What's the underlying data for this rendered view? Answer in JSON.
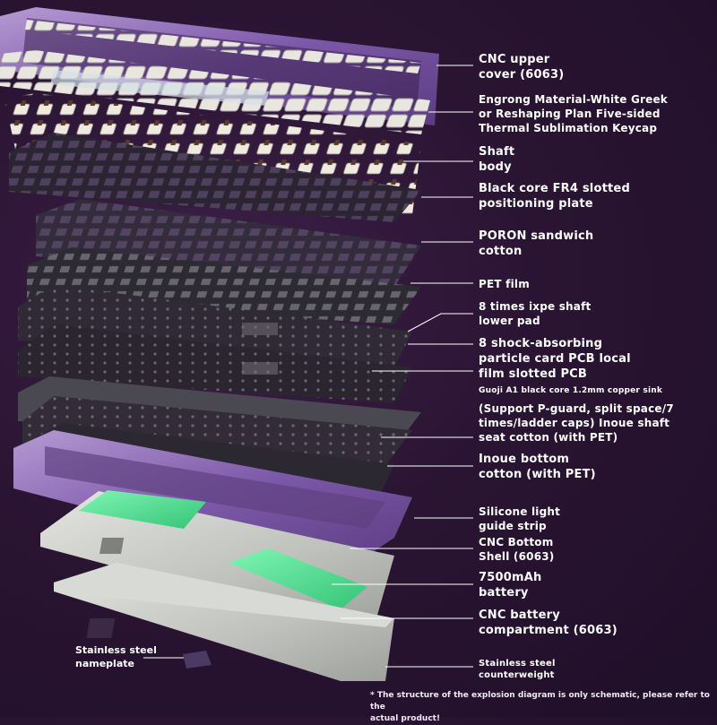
{
  "labels": [
    {
      "id": "cnc-upper-cover",
      "lines": [
        "CNC upper",
        "cover (6063)"
      ]
    },
    {
      "id": "keycap",
      "lines": [
        "Engrong Material-White Greek",
        "or Reshaping Plan Five-sided",
        "Thermal Sublimation Keycap"
      ]
    },
    {
      "id": "shaft-body",
      "lines": [
        "Shaft",
        "body"
      ]
    },
    {
      "id": "positioning-plate",
      "lines": [
        "Black core FR4 slotted",
        "positioning plate"
      ]
    },
    {
      "id": "poron-cotton",
      "lines": [
        "PORON sandwich",
        "cotton"
      ]
    },
    {
      "id": "pet-film",
      "lines": [
        "PET film"
      ]
    },
    {
      "id": "ixpe-pad",
      "lines": [
        "8 times ixpe shaft",
        "lower pad"
      ]
    },
    {
      "id": "pcb",
      "lines": [
        "8 shock-absorbing",
        "particle card PCB local",
        "film slotted PCB"
      ]
    },
    {
      "id": "copper-sink",
      "lines": [
        "Guoji A1 black core 1.2mm copper sink"
      ]
    },
    {
      "id": "shaft-seat-cotton",
      "lines": [
        "(Support P-guard, split space/7",
        "times/ladder caps) Inoue shaft",
        "seat cotton (with PET)"
      ]
    },
    {
      "id": "bottom-cotton",
      "lines": [
        "Inoue bottom",
        "cotton (with PET)"
      ]
    },
    {
      "id": "light-strip",
      "lines": [
        "Silicone light",
        "guide strip"
      ]
    },
    {
      "id": "bottom-shell",
      "lines": [
        "CNC Bottom",
        "Shell (6063)"
      ]
    },
    {
      "id": "battery",
      "lines": [
        "7500mAh",
        "battery"
      ]
    },
    {
      "id": "battery-compartment",
      "lines": [
        "CNC battery",
        "compartment (6063)"
      ]
    },
    {
      "id": "counterweight",
      "lines": [
        "Stainless steel",
        "counterweight"
      ]
    }
  ],
  "nameplate": {
    "lines": [
      "Stainless steel",
      "nameplate"
    ]
  },
  "footnote": {
    "lines": [
      "* The structure of the explosion diagram is only schematic, please refer to the",
      "actual product!"
    ]
  },
  "colors": {
    "background": "#2a1433",
    "case_purple": "#7a55a8",
    "battery_green": "#4fdc8e",
    "steel": "#c9cbc8",
    "leader_line": "#ffffff"
  }
}
